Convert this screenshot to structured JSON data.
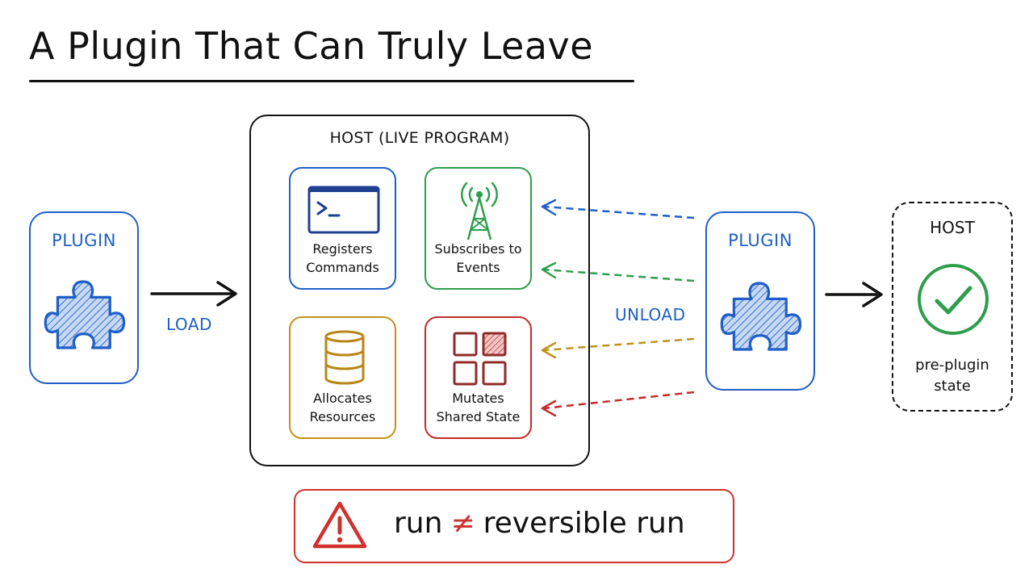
{
  "title": "A Plugin That Can Truly Leave",
  "left_plugin": {
    "label": "PLUGIN"
  },
  "load_label": "LOAD",
  "host": {
    "title": "HOST (LIVE PROGRAM)",
    "cards": [
      {
        "line1": "Registers",
        "line2": "Commands",
        "icon": "terminal-icon",
        "color": "#1f5fc7"
      },
      {
        "line1": "Subscribes to",
        "line2": "Events",
        "icon": "antenna-icon",
        "color": "#2e9e4c"
      },
      {
        "line1": "Allocates",
        "line2": "Resources",
        "icon": "database-icon",
        "color": "#c0921b"
      },
      {
        "line1": "Mutates",
        "line2": "Shared State",
        "icon": "grid-icon",
        "color": "#c42a2a"
      }
    ]
  },
  "unload_label": "UNLOAD",
  "right_plugin": {
    "label": "PLUGIN"
  },
  "result": {
    "title": "HOST",
    "line1": "pre-plugin",
    "line2": "state",
    "icon": "check-circle-icon",
    "color": "#2e9e4c"
  },
  "warning": {
    "icon": "warning-icon",
    "left": "run",
    "symbol": "≠",
    "right": "reversible run",
    "color": "#d0312d"
  }
}
